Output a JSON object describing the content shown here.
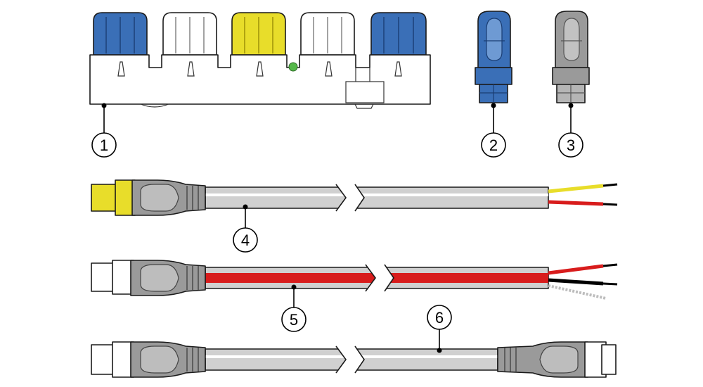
{
  "callouts": [
    {
      "label": "1",
      "part": "backbone-connector-5-way"
    },
    {
      "label": "2",
      "part": "terminator-blue"
    },
    {
      "label": "3",
      "part": "terminator-grey"
    },
    {
      "label": "4",
      "part": "power-cable-yellow"
    },
    {
      "label": "5",
      "part": "spur-cable-red-wires"
    },
    {
      "label": "6",
      "part": "backbone-extension-cable"
    }
  ],
  "colors": {
    "blue": "#3a6fb7",
    "white": "#ffffff",
    "yellow": "#e8dd2a",
    "grey_body": "#9a9a9a",
    "cable": "#d0d0d0",
    "red": "#d81c1c",
    "green_led": "#55b84a"
  }
}
